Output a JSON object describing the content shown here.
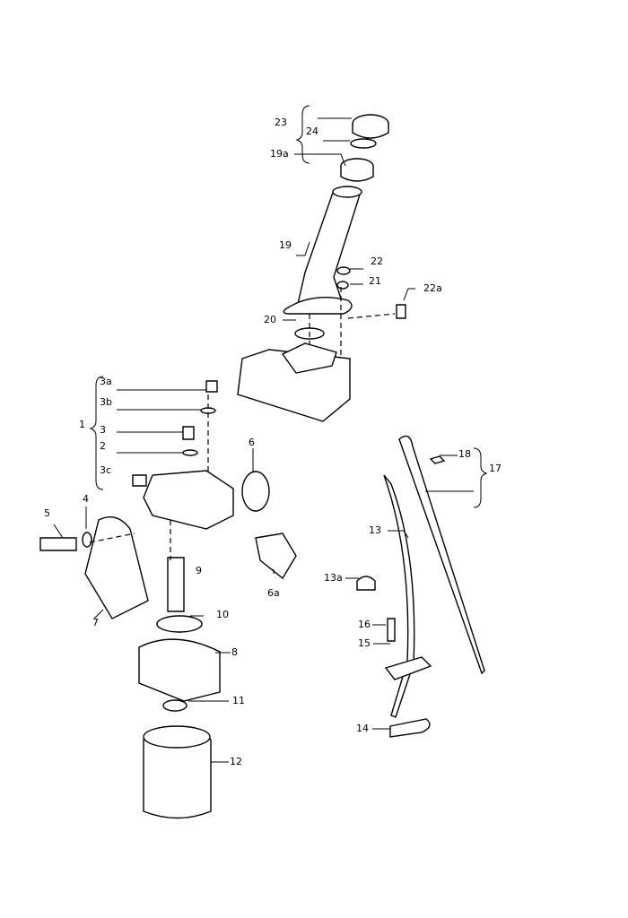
{
  "diagram": {
    "labels": {
      "l23": "23",
      "l24": "24",
      "l19a": "19a",
      "l19": "19",
      "l22": "22",
      "l21": "21",
      "l22a": "22a",
      "l20": "20",
      "l3a": "3a",
      "l3b": "3b",
      "l1": "1",
      "l3": "3",
      "l2": "2",
      "l3c": "3c",
      "l6": "6",
      "l4": "4",
      "l5": "5",
      "l9": "9",
      "l6a": "6a",
      "l7": "7",
      "l10": "10",
      "l8": "8",
      "l11": "11",
      "l12": "12",
      "l17": "17",
      "l18": "18",
      "l13": "13",
      "l13a": "13a",
      "l16": "16",
      "l15": "15",
      "l14": "14"
    }
  }
}
